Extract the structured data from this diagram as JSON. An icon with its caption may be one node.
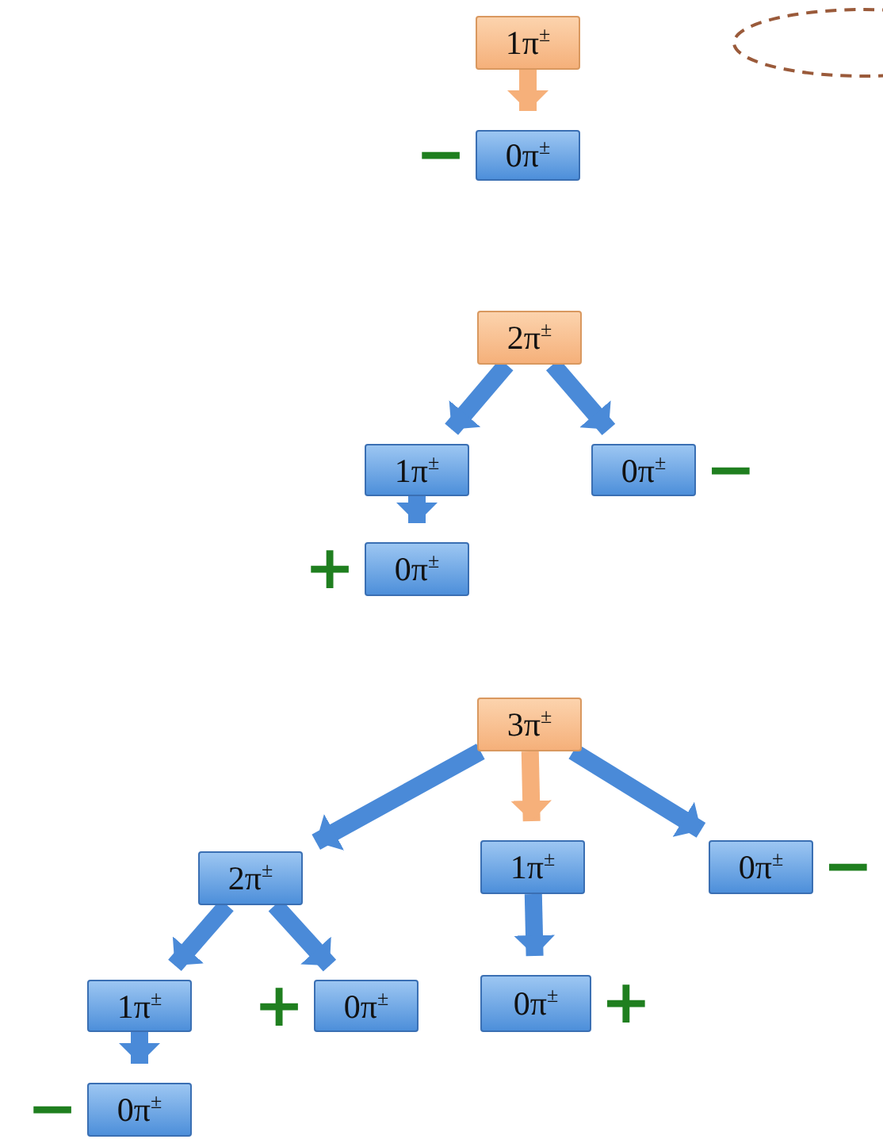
{
  "diagram": {
    "nodes": [
      {
        "text": [
          "1π$^{±}$"
        ]
      },
      {
        "text": [
          "0π$^{±}$"
        ],
        "beside": [
          "−"
        ]
      },
      {
        "text": [
          "2π$^{±}$"
        ]
      },
      {
        "text": [
          "1π$^{±}$"
        ]
      },
      {
        "text": [
          "0π$^{±}$"
        ],
        "beside": [
          "−"
        ]
      },
      {
        "text": [
          "0π$^{±}$"
        ],
        "beside": [
          "+"
        ]
      },
      {
        "text": [
          "3π$^{±}$"
        ]
      },
      {
        "text": [
          "2π$^{±}$"
        ]
      },
      {
        "text": [
          "1π$^{±}$"
        ]
      },
      {
        "text": [
          "0π$^{±}$"
        ],
        "beside": [
          "−"
        ]
      },
      {
        "text": [
          "1π$^{±}$"
        ]
      },
      {
        "text": [
          "0π$^{±}$"
        ],
        "beside": [
          "+"
        ]
      },
      {
        "text": [
          "0π$^{±}$"
        ],
        "beside": [
          "+"
        ]
      },
      {
        "text": [
          "0π$^{±}$"
        ],
        "beside": [
          "−"
        ]
      },
      {
        "text": [],
        "shape": "ellipse"
      }
    ],
    "edges": [
      {
        "from": 0,
        "to": 1,
        "arrow": "to",
        "color": "#f6b07a"
      },
      {
        "from": 2,
        "to": 3,
        "arrow": "to"
      },
      {
        "from": 2,
        "to": 4,
        "arrow": "to"
      },
      {
        "from": 3,
        "to": 5,
        "arrow": "to"
      },
      {
        "from": 6,
        "to": 8,
        "arrow": "to",
        "color": "#f6b07a"
      },
      {
        "from": 6,
        "to": 7,
        "arrow": "to"
      },
      {
        "from": 6,
        "to": 9,
        "arrow": "to"
      },
      {
        "from": 8,
        "to": 12,
        "arrow": "to"
      },
      {
        "from": 7,
        "to": 10,
        "arrow": "to"
      },
      {
        "from": 7,
        "to": 11,
        "arrow": "to"
      },
      {
        "from": 10,
        "to": 13,
        "arrow": "to"
      }
    ]
  }
}
